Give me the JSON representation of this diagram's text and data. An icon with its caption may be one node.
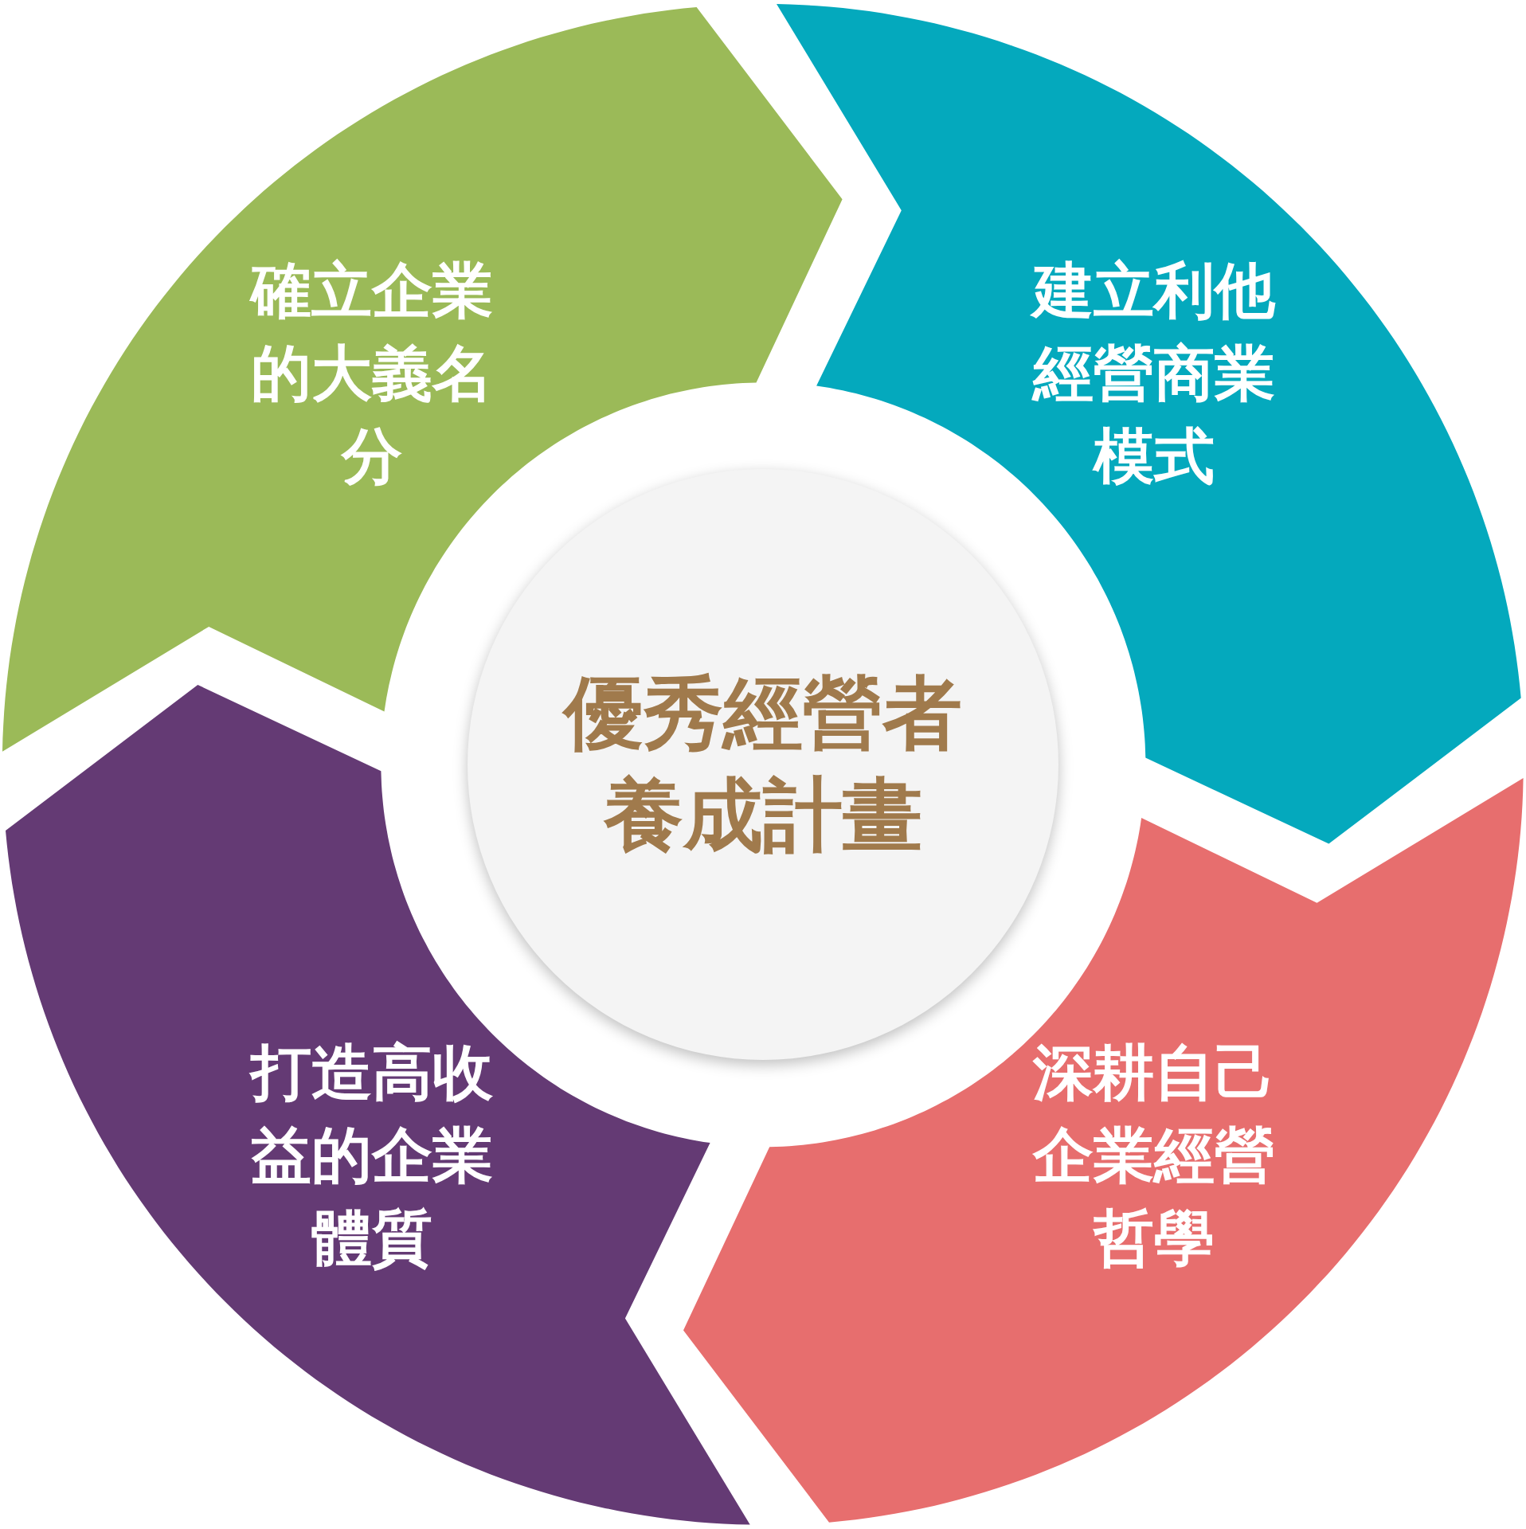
{
  "diagram": {
    "nodes": [
      {
        "text": [
          "優秀經營者養成計畫"
        ]
      },
      {
        "text": [
          "確立企業的大義名分"
        ]
      },
      {
        "text": [
          "建立利他經營商業模式"
        ]
      },
      {
        "text": [
          "深耕自己企業經營哲學"
        ]
      },
      {
        "text": [
          "打造高收益的企業體質"
        ]
      }
    ],
    "edges": []
  }
}
